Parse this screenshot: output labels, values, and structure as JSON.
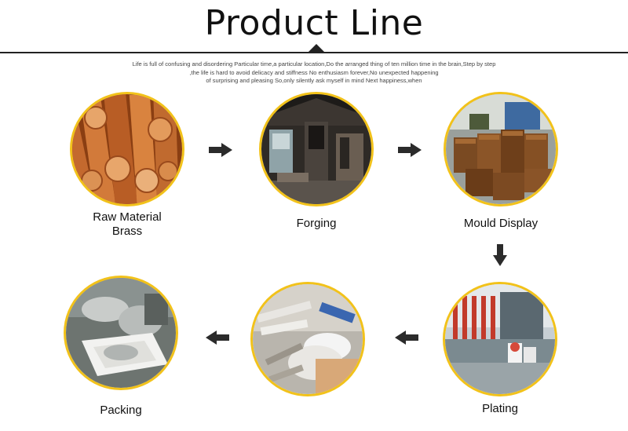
{
  "header": {
    "title": "Product Line",
    "blurb_lines": [
      "Life is full of confusing and disordering Particular time,a particular location,Do the arranged thing of ten million time in the brain,Step by step",
      ",the life is hard to avoid delicacy and stiffness No enthusiasm forever,No unexpected happening",
      "of surprising and pleasing So,only silently ask myself in mind Next happiness,when"
    ]
  },
  "steps": [
    {
      "label": "Raw Material",
      "sublabel": "Brass",
      "icon": "brass-rods-photo"
    },
    {
      "label": "Forging",
      "icon": "forging-workshop-photo"
    },
    {
      "label": "Mould Display",
      "icon": "mould-boxes-photo"
    },
    {
      "label": "Plating",
      "icon": "plating-line-photo"
    },
    {
      "label": "",
      "icon": "hand-polishing-photo"
    },
    {
      "label": "Packing",
      "icon": "packing-photo"
    }
  ],
  "colors": {
    "ring": "#f2c21a",
    "arrow": "#2b2b2b",
    "rule": "#222222"
  }
}
